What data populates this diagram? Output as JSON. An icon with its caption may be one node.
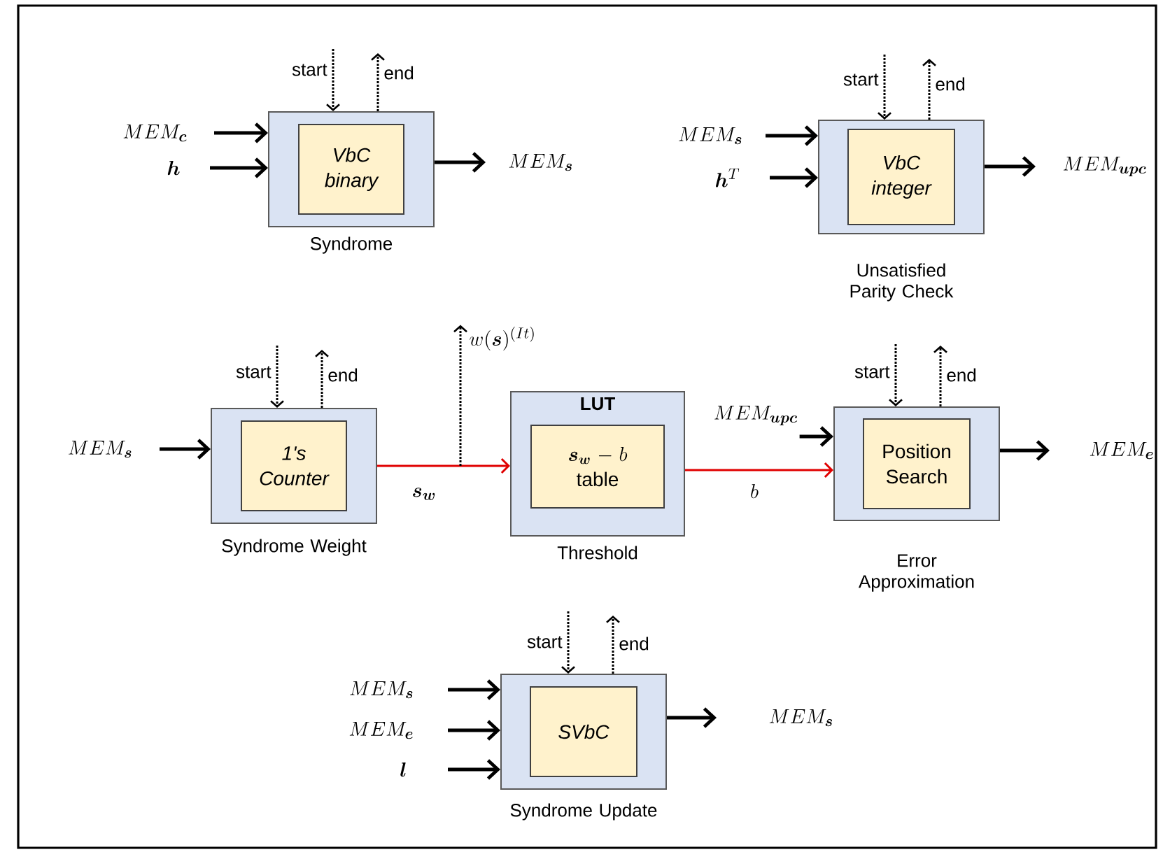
{
  "diagram": {
    "nodes": [
      {
        "text": [
          "MEM_{\\boldsymbol{c}}"
        ]
      },
      {
        "text": [
          "\\boldsymbol{h}"
        ]
      },
      {
        "text": [],
        "shape": "box",
        "beside": [
          "Syndrome"
        ]
      },
      {
        "text": [
          "VbC binary"
        ],
        "in": 2
      },
      {
        "text": [
          "MEM_{\\boldsymbol{s}}"
        ]
      },
      {
        "text": [
          "MEM_{\\boldsymbol{s}}"
        ]
      },
      {
        "text": [
          "\\boldsymbol{h}^{T}"
        ]
      },
      {
        "text": [],
        "shape": "box",
        "beside": [
          "Unsatisfied Parity Check"
        ]
      },
      {
        "text": [
          "VbC integer"
        ],
        "in": 7
      },
      {
        "text": [
          "MEM_{\\boldsymbol{upc}}"
        ]
      },
      {
        "text": [
          "w(\\boldsymbol{s})^{(It)}"
        ]
      },
      {
        "text": [
          "MEM_{\\boldsymbol{s}}"
        ]
      },
      {
        "text": [],
        "shape": "box",
        "beside": [
          "Syndrome Weight"
        ]
      },
      {
        "text": [
          "1's Counter"
        ],
        "in": 12
      },
      {
        "text": [
          "LUT"
        ],
        "beside": [
          "Threshold"
        ]
      },
      {
        "text": [
          "\\boldsymbol{s_w}-b",
          "table"
        ],
        "in": 14
      },
      {
        "text": [
          "MEM_{\\boldsymbol{upc}}"
        ]
      },
      {
        "text": [],
        "shape": "box",
        "beside": [
          "Error Approximation"
        ]
      },
      {
        "text": [
          "Position Search"
        ],
        "in": 17
      },
      {
        "text": [
          "MEM_{\\boldsymbol{e}}"
        ]
      },
      {
        "text": [
          "MEM_{\\boldsymbol{s}}"
        ]
      },
      {
        "text": [
          "MEM_{\\boldsymbol{e}}"
        ]
      },
      {
        "text": [
          "\\boldsymbol{l}"
        ]
      },
      {
        "text": [],
        "shape": "box",
        "beside": [
          "Syndrome Update"
        ]
      },
      {
        "text": [
          "SVbC"
        ],
        "in": 23
      },
      {
        "text": [
          "MEM_{\\boldsymbol{s}}"
        ]
      }
    ],
    "edges": [
      {
        "from": 0,
        "to": 2,
        "arrow": "to"
      },
      {
        "from": 1,
        "to": 2,
        "arrow": "to"
      },
      {
        "from": 2,
        "to": 4,
        "arrow": "to"
      },
      {
        "from": null,
        "to": 2,
        "arrow": "to",
        "label": "start",
        "style": "dashed"
      },
      {
        "from": 2,
        "to": null,
        "arrow": "to",
        "label": "end",
        "style": "dashed"
      },
      {
        "from": 5,
        "to": 7,
        "arrow": "to"
      },
      {
        "from": 6,
        "to": 7,
        "arrow": "to"
      },
      {
        "from": 7,
        "to": 9,
        "arrow": "to"
      },
      {
        "from": null,
        "to": 7,
        "arrow": "to",
        "label": "start",
        "style": "dashed"
      },
      {
        "from": 7,
        "to": null,
        "arrow": "to",
        "label": "end",
        "style": "dashed"
      },
      {
        "from": 11,
        "to": 12,
        "arrow": "to"
      },
      {
        "from": null,
        "to": 12,
        "arrow": "to",
        "label": "start",
        "style": "dashed"
      },
      {
        "from": 12,
        "to": null,
        "arrow": "to",
        "label": "end",
        "style": "dashed"
      },
      {
        "from": 12,
        "to": 14,
        "arrow": "to",
        "label": "\\boldsymbol{s_w}",
        "color": "#e00000"
      },
      {
        "from": null,
        "to": 10,
        "arrow": "to",
        "style": "dashed"
      },
      {
        "from": 14,
        "to": 17,
        "arrow": "to",
        "label": "b",
        "color": "#e00000"
      },
      {
        "from": 16,
        "to": 17,
        "arrow": "to"
      },
      {
        "from": 17,
        "to": 19,
        "arrow": "to"
      },
      {
        "from": null,
        "to": 17,
        "arrow": "to",
        "label": "start",
        "style": "dashed"
      },
      {
        "from": 17,
        "to": null,
        "arrow": "to",
        "label": "end",
        "style": "dashed"
      },
      {
        "from": 20,
        "to": 23,
        "arrow": "to"
      },
      {
        "from": 21,
        "to": 23,
        "arrow": "to"
      },
      {
        "from": 22,
        "to": 23,
        "arrow": "to"
      },
      {
        "from": 23,
        "to": 25,
        "arrow": "to"
      },
      {
        "from": null,
        "to": 23,
        "arrow": "to",
        "label": "start",
        "style": "dashed"
      },
      {
        "from": 23,
        "to": null,
        "arrow": "to",
        "label": "end",
        "style": "dashed"
      }
    ]
  }
}
